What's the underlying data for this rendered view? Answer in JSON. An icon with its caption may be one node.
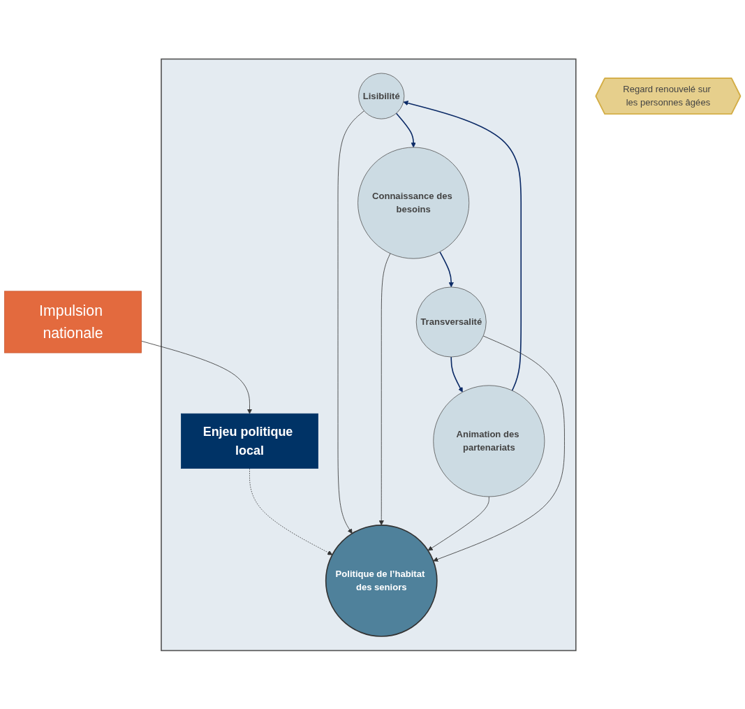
{
  "diagram": {
    "nodes": [
      {
        "text": [
          "Impulsion nationale"
        ]
      },
      {
        "text": [],
        "shape": "box"
      },
      {
        "text": [
          "Enjeu politique local"
        ],
        "in": 1
      },
      {
        "text": [
          "Regard renouvelé sur les personnes âgées"
        ]
      },
      {
        "text": [
          "Lisibilité"
        ],
        "in": 1
      },
      {
        "text": [
          "Connaissance des besoins"
        ],
        "in": 1
      },
      {
        "text": [
          "Politique de l’habitat des seniors"
        ],
        "in": 1
      },
      {
        "text": [
          "Animation des partenariats"
        ],
        "in": 1
      },
      {
        "text": [
          "Transversalité"
        ],
        "in": 1
      }
    ],
    "edges": [
      {
        "from": 0,
        "to": 2,
        "arrow": "to"
      },
      {
        "from": 2,
        "to": 6,
        "arrow": "to",
        "style": "dashed"
      },
      {
        "from": 4,
        "to": 5,
        "arrow": "to",
        "color": "#0b2a66"
      },
      {
        "from": 5,
        "to": 8,
        "arrow": "to",
        "color": "#0b2a66"
      },
      {
        "from": 8,
        "to": 7,
        "arrow": "to",
        "color": "#0b2a66"
      },
      {
        "from": 7,
        "to": 4,
        "arrow": "to",
        "color": "#0b2a66"
      },
      {
        "from": 4,
        "to": 6,
        "arrow": "to"
      },
      {
        "from": 5,
        "to": 6,
        "arrow": "to"
      },
      {
        "from": 7,
        "to": 6,
        "arrow": "to"
      },
      {
        "from": 8,
        "to": 6,
        "arrow": "to"
      }
    ]
  }
}
